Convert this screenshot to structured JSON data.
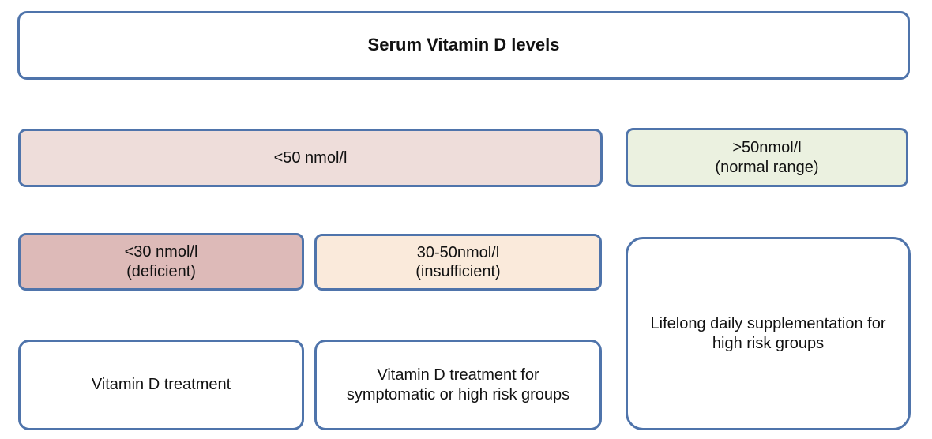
{
  "colors": {
    "border": "#4f74ab",
    "low_fill": "#eeddda",
    "normal_fill": "#ebf1e0",
    "deficient_fill": "#ddbab8",
    "insufficient_fill": "#faeadb",
    "white_fill": "#ffffff",
    "text": "#111111"
  },
  "title_box": {
    "label": "Serum Vitamin D levels"
  },
  "levels": {
    "low": {
      "value": "<50 nmol/l"
    },
    "normal": {
      "value": ">50nmol/l",
      "note": "(normal range)"
    },
    "deficient": {
      "value": "<30 nmol/l",
      "note": "(deficient)"
    },
    "insufficient": {
      "value": "30-50nmol/l",
      "note": "(insufficient)"
    }
  },
  "actions": {
    "treatment": {
      "label": "Vitamin D treatment"
    },
    "treatment_high_risk": {
      "label": "Vitamin D treatment for symptomatic or high risk groups"
    },
    "supplementation": {
      "label": "Lifelong daily supplementation for high risk groups"
    }
  }
}
